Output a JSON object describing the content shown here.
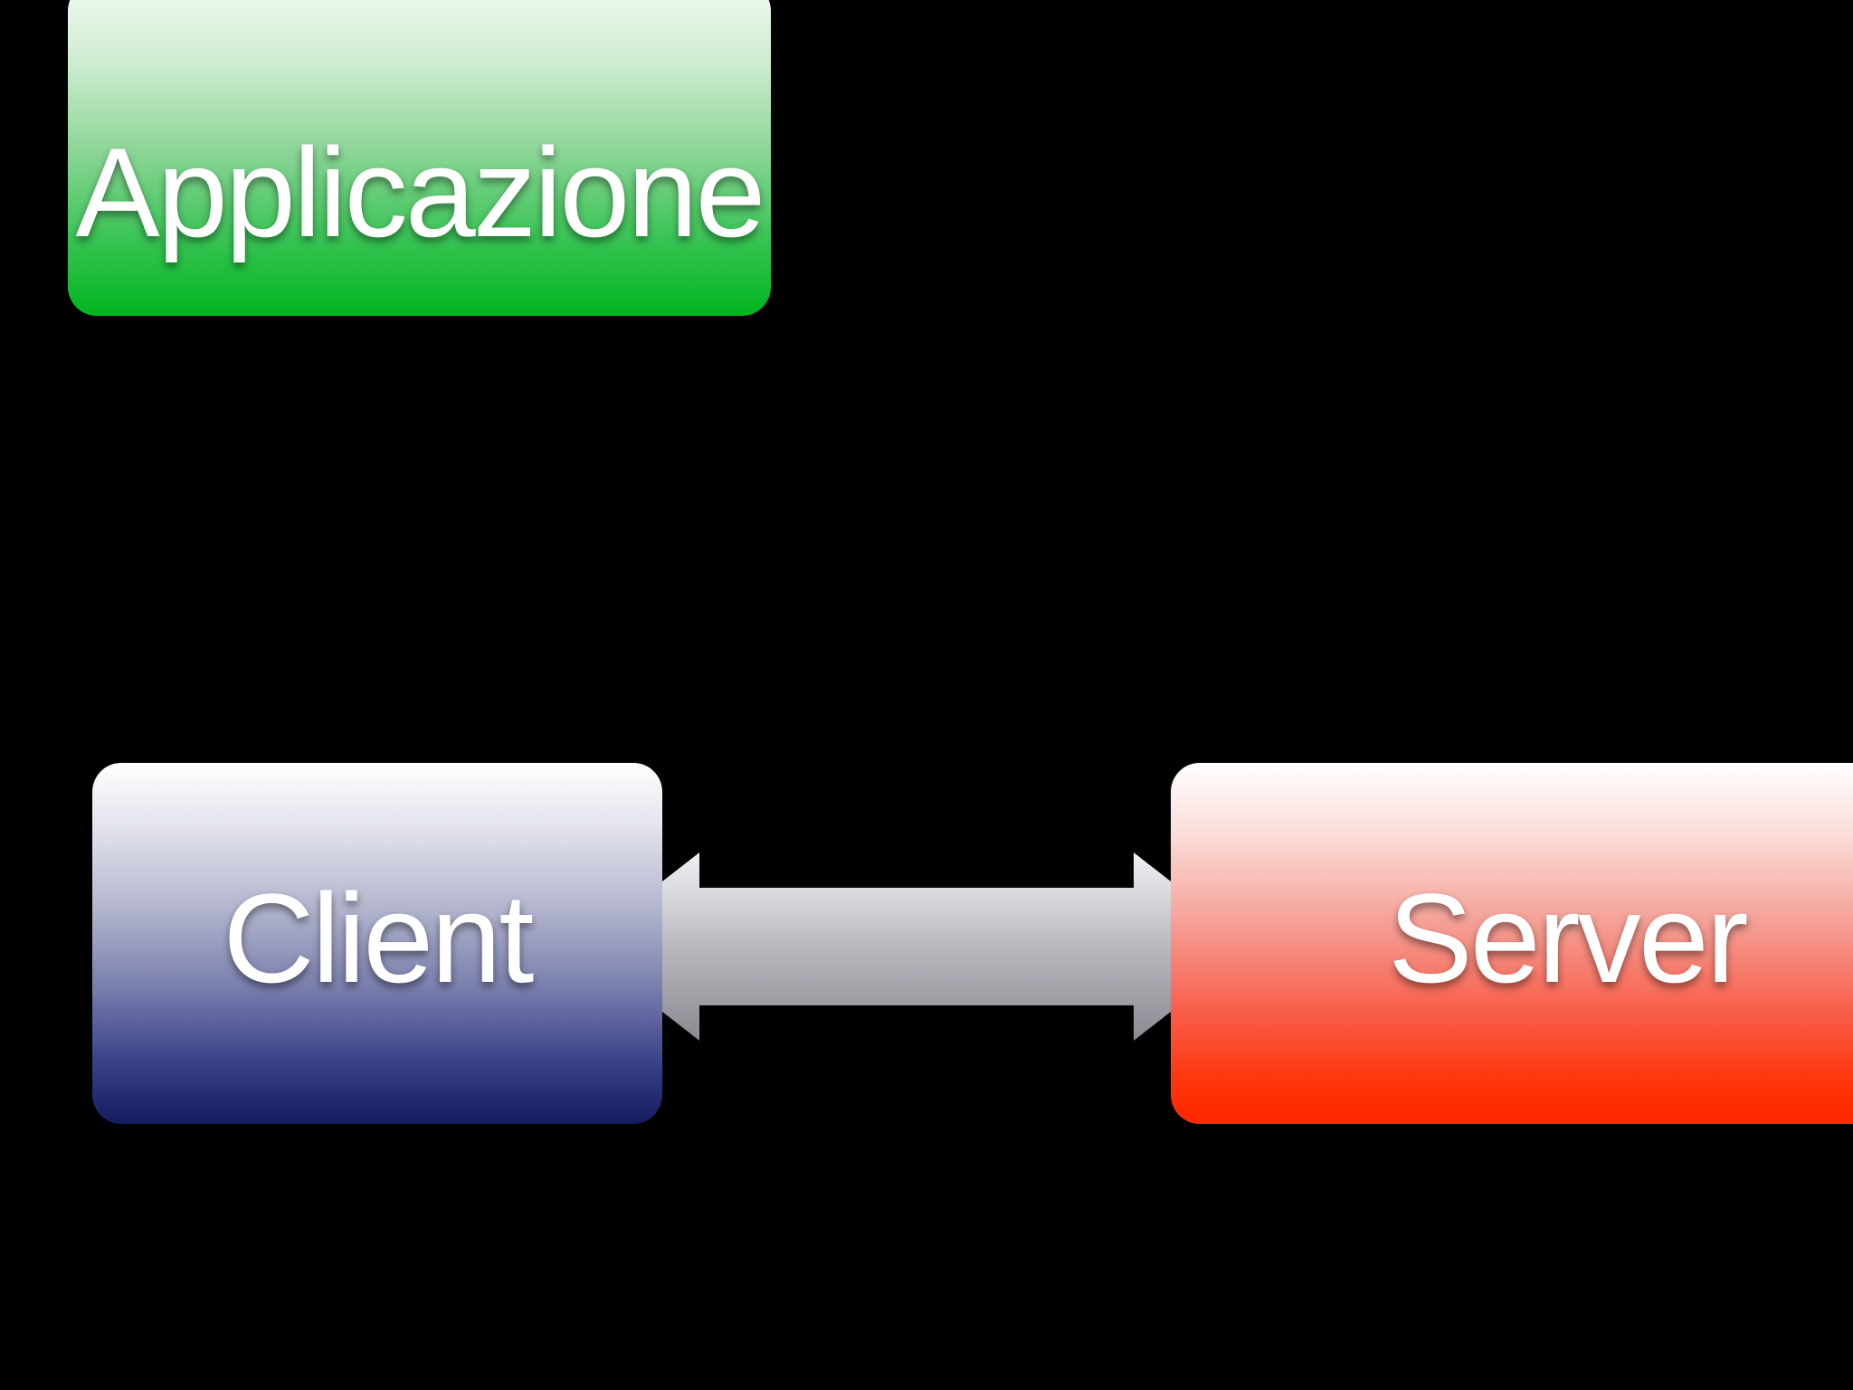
{
  "slide": {
    "boxes": {
      "application": {
        "label": "Applicazione"
      },
      "client": {
        "label": "Client"
      },
      "server": {
        "label": "Server"
      }
    },
    "connector": {
      "style": "double-arrow",
      "from": "Client",
      "to": "Server"
    },
    "colors": {
      "bg": "#000000",
      "label_color": "#ffffff",
      "green_gradient": "#f3faf4 0%, #cdeccf 25%, #8ed699 50%, #36c352 78%, #00b51e 100%",
      "blue_gradient": "#ffffff 0%, #e2e3ec 18%, #b3b6ce 40%, #7a7fae 62%, #3c4489 82%, #141b5e 100%",
      "red_gradient": "#ffffff 0%, #fbdcd8 20%, #f59e94 45%, #f85b46 70%, #ff3207 90%, #ff2600 100%",
      "arrow_gradient": "#f1f1f4 0%, #b8b8bf 50%, #8a8a92 100%"
    }
  }
}
